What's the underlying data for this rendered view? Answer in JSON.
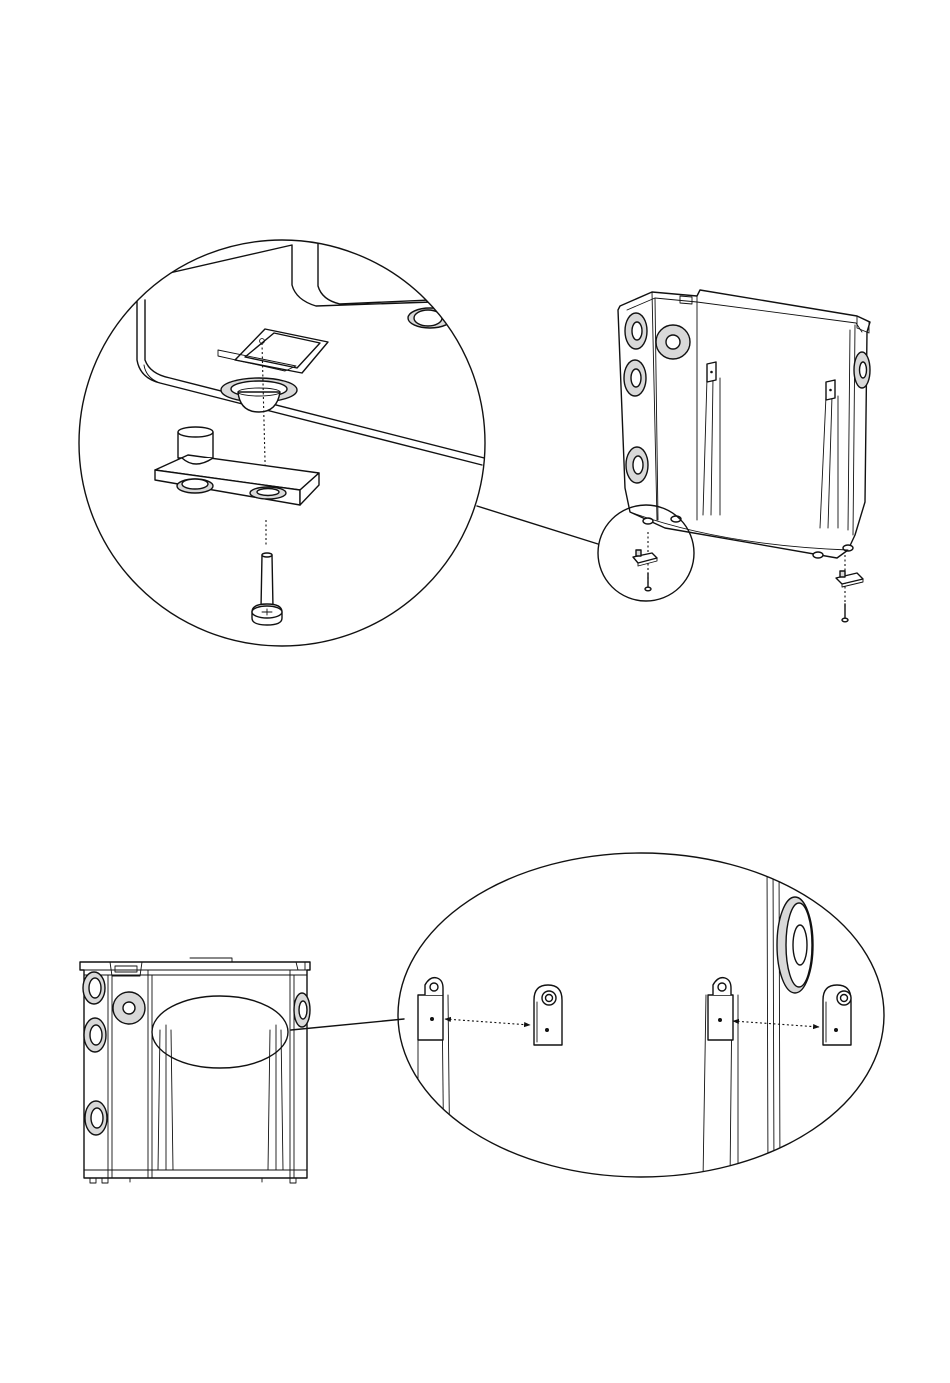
{
  "figures": [
    {
      "name": "foot-mounting",
      "parts": [
        "enclosure",
        "mounting-foot",
        "screw",
        "detail-callout"
      ]
    },
    {
      "name": "bracket-mounting",
      "parts": [
        "enclosure",
        "mounting-bracket-left",
        "mounting-bracket-right",
        "detail-callout"
      ]
    }
  ],
  "colors": {
    "line": "#111111",
    "background": "#ffffff",
    "shade": "#d9d9d9"
  }
}
